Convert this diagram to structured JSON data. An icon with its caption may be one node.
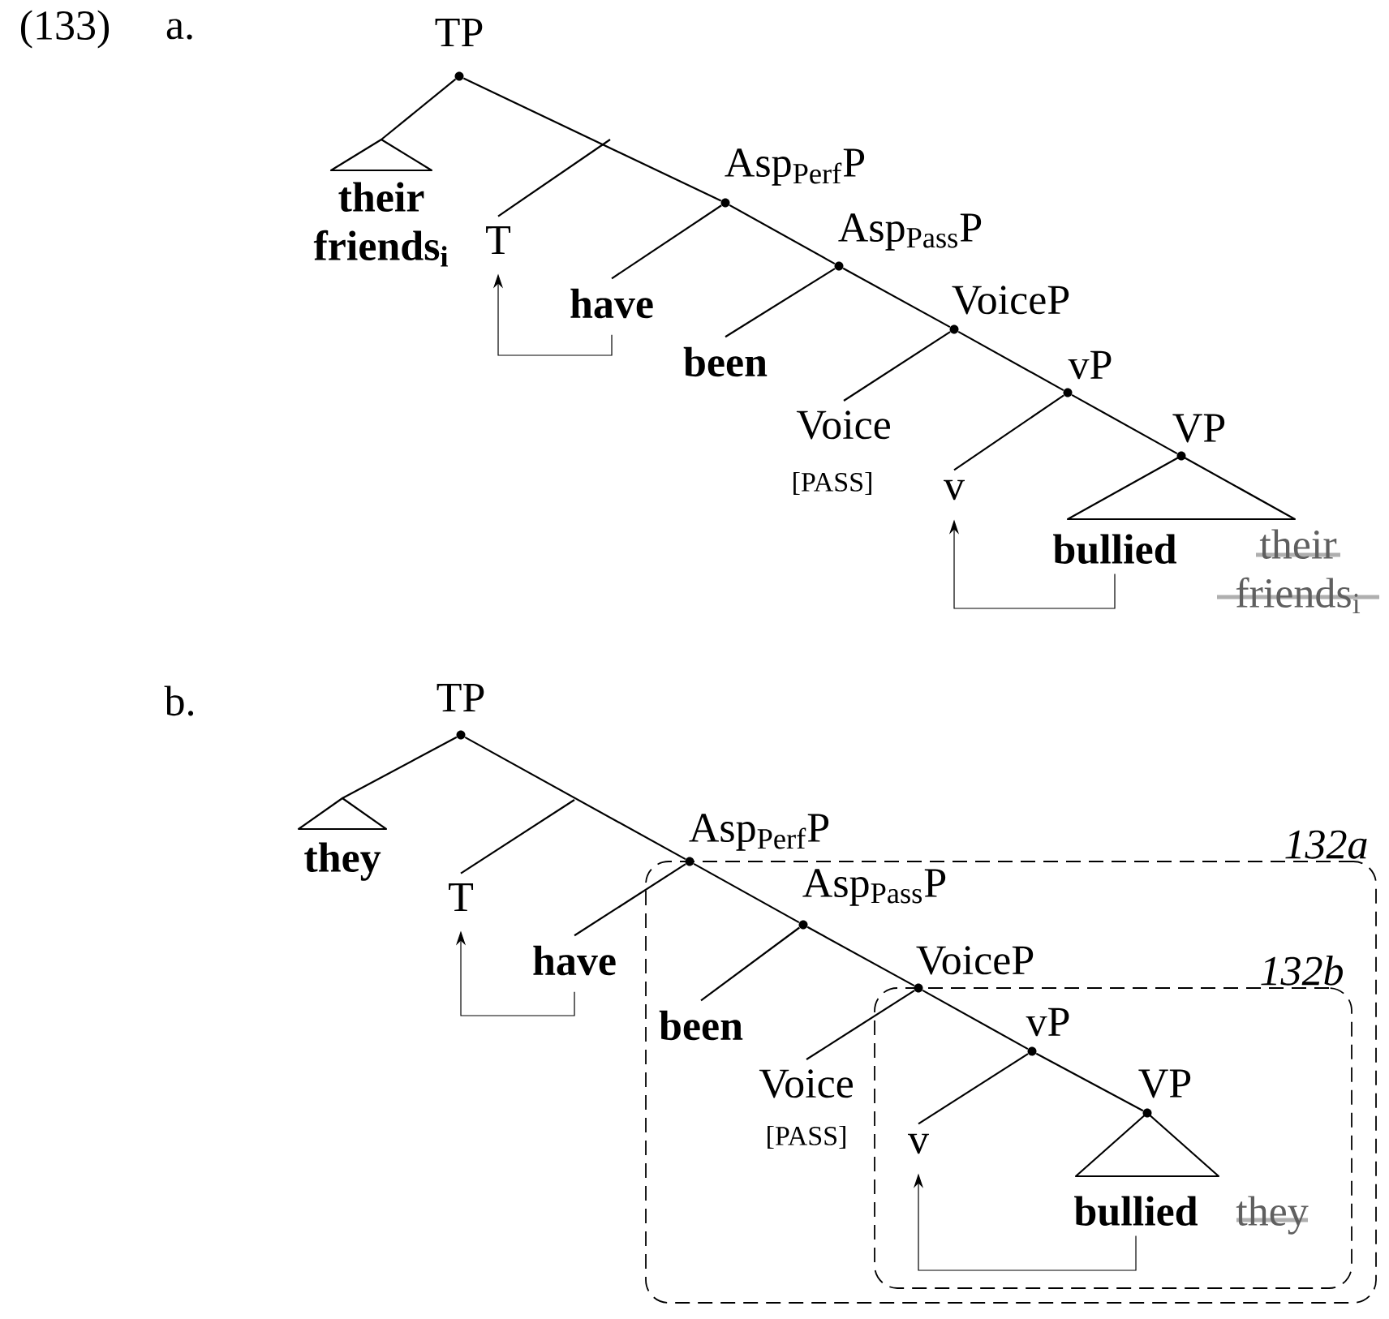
{
  "diagram": {
    "nodes": [
      {
        "text": [
          "TP"
        ]
      },
      {
        "text": [
          "their friends$_{i}$"
        ]
      },
      {
        "text": [
          "T"
        ]
      },
      {
        "text": [
          "Asp$_{Perf}$P"
        ]
      },
      {
        "text": [
          "have"
        ]
      },
      {
        "text": [
          "Asp$_{Pass}$P"
        ]
      },
      {
        "text": [
          "been"
        ]
      },
      {
        "text": [
          "VoiceP"
        ]
      },
      {
        "text": [
          "Voice",
          "[PASS]"
        ]
      },
      {
        "text": [
          "vP"
        ]
      },
      {
        "text": [
          "v"
        ]
      },
      {
        "text": [
          "VP"
        ]
      },
      {
        "text": [
          "bullied",
          "their friends$_{i}$"
        ]
      },
      {
        "text": [
          "TP"
        ]
      },
      {
        "text": [
          "they"
        ]
      },
      {
        "text": [
          "T"
        ]
      },
      {
        "text": [
          "Asp$_{Perf}$P"
        ]
      },
      {
        "text": [
          "have"
        ]
      },
      {
        "text": [
          "132a"
        ]
      },
      {
        "text": [
          "Asp$_{Pass}$P"
        ],
        "in": 18
      },
      {
        "text": [
          "been"
        ],
        "in": 18
      },
      {
        "text": [
          "VoiceP"
        ],
        "in": 18
      },
      {
        "text": [
          "Voice",
          "[PASS]"
        ],
        "in": 18
      },
      {
        "text": [
          "132b"
        ],
        "in": 18
      },
      {
        "text": [
          "vP"
        ],
        "in": 23
      },
      {
        "text": [
          "v"
        ],
        "in": 23
      },
      {
        "text": [
          "VP"
        ],
        "in": 23
      },
      {
        "text": [
          "bullied",
          "they"
        ],
        "in": 23
      }
    ],
    "edges": [
      {
        "from": 0,
        "to": 1,
        "arrow": "none"
      },
      {
        "from": 0,
        "to": 3,
        "arrow": "none"
      },
      {
        "from": null,
        "to": 2,
        "arrow": "none"
      },
      {
        "from": 3,
        "to": 4,
        "arrow": "none"
      },
      {
        "from": 3,
        "to": 5,
        "arrow": "none"
      },
      {
        "from": 5,
        "to": 6,
        "arrow": "none"
      },
      {
        "from": 5,
        "to": 7,
        "arrow": "none"
      },
      {
        "from": 7,
        "to": 8,
        "arrow": "none"
      },
      {
        "from": 7,
        "to": 9,
        "arrow": "none"
      },
      {
        "from": 9,
        "to": 10,
        "arrow": "none"
      },
      {
        "from": 9,
        "to": 11,
        "arrow": "none"
      },
      {
        "from": 4,
        "to": 2,
        "arrow": "to"
      },
      {
        "from": 12,
        "to": 10,
        "arrow": "to"
      },
      {
        "from": 13,
        "to": 14,
        "arrow": "none"
      },
      {
        "from": 13,
        "to": 16,
        "arrow": "none"
      },
      {
        "from": null,
        "to": 15,
        "arrow": "none"
      },
      {
        "from": 16,
        "to": 17,
        "arrow": "none"
      },
      {
        "from": 16,
        "to": 19,
        "arrow": "none"
      },
      {
        "from": 19,
        "to": 20,
        "arrow": "none"
      },
      {
        "from": 19,
        "to": 21,
        "arrow": "none"
      },
      {
        "from": 21,
        "to": 22,
        "arrow": "none"
      },
      {
        "from": 21,
        "to": 24,
        "arrow": "none"
      },
      {
        "from": 24,
        "to": 25,
        "arrow": "none"
      },
      {
        "from": 24,
        "to": 26,
        "arrow": "none"
      },
      {
        "from": 17,
        "to": 15,
        "arrow": "to"
      },
      {
        "from": 27,
        "to": 25,
        "arrow": "to"
      }
    ],
    "labels": [
      "(133)",
      "a.",
      "b."
    ]
  }
}
